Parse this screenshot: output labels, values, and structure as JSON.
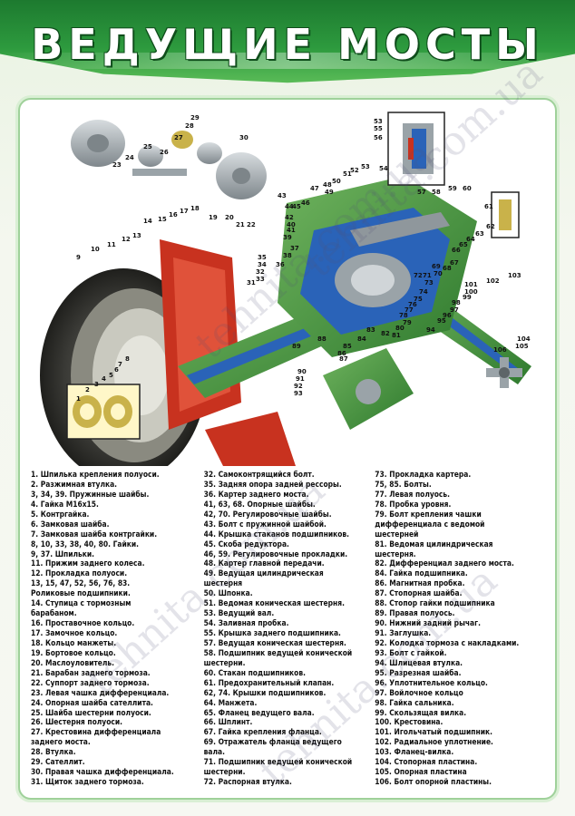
{
  "title": "ВЕДУЩИЕ МОСТЫ",
  "watermark": "tehnita.com.ua",
  "callouts": [
    "1",
    "2",
    "3",
    "4",
    "5",
    "6",
    "7",
    "8",
    "9",
    "10",
    "11",
    "12",
    "13",
    "14",
    "15",
    "16",
    "17",
    "18",
    "19",
    "20",
    "21",
    "22",
    "23",
    "24",
    "25",
    "26",
    "27",
    "28",
    "29",
    "30",
    "31",
    "32",
    "33",
    "34",
    "35",
    "36",
    "37",
    "38",
    "39",
    "40",
    "41",
    "42",
    "43",
    "44",
    "45",
    "46",
    "47",
    "48",
    "49",
    "50",
    "51",
    "52",
    "53",
    "54",
    "55",
    "56",
    "57",
    "58",
    "59",
    "60",
    "61",
    "62",
    "63",
    "64",
    "65",
    "66",
    "67",
    "68",
    "69",
    "70",
    "71",
    "72",
    "73",
    "74",
    "75",
    "76",
    "77",
    "78",
    "79",
    "80",
    "81",
    "82",
    "83",
    "84",
    "85",
    "86",
    "87",
    "88",
    "89",
    "90",
    "91",
    "92",
    "93",
    "94",
    "95",
    "96",
    "97",
    "98",
    "99",
    "100",
    "101",
    "102",
    "103",
    "104",
    "105",
    "106"
  ],
  "legend": {
    "col1": [
      "1. Шпилька крепления полуоси.",
      "2. Разжимная втулка.",
      "3, 34, 39. Пружинные шайбы.",
      "4. Гайка М16х15.",
      "5. Контргайка.",
      "6. Замковая шайба.",
      "7. Замковая шайба контргайки.",
      "8, 10, 33, 38, 40, 80. Гайки.",
      "9, 37. Шпильки.",
      "11. Прижим заднего колеса.",
      "12. Прокладка полуоси.",
      "13, 15, 47, 52, 56, 76, 83.",
      "Роликовые подшипники.",
      "14. Ступица с тормозным",
      "барабаном.",
      "16. Проставочное кольцо.",
      "17. Замочное кольцо.",
      "18. Кольцо манжеты.",
      "19. Бортовое кольцо.",
      "20. Маслоуловитель.",
      "21. Барабан заднего тормоза.",
      "22. Суппорт заднего тормоза.",
      "23. Левая чашка дифференциала.",
      "24. Опорная шайба сателлита.",
      "25. Шайба шестерни полуоси.",
      "26. Шестерня полуоси.",
      "27. Крестовина дифференциала",
      "заднего моста.",
      "28. Втулка.",
      "29. Сателлит.",
      "30. Правая чашка дифференциала.",
      "31. Щиток заднего тормоза."
    ],
    "col2": [
      "32. Самоконтрящийся болт.",
      "35. Задняя опора задней рессоры.",
      "36. Картер заднего моста.",
      "41, 63, 68. Опорные шайбы.",
      "42, 70. Регулировочные шайбы.",
      "43. Болт с пружинной шайбой.",
      "44. Крышка стаканов подшипников.",
      "45. Скоба редуктора.",
      "46, 59. Регулировочные прокладки.",
      "48. Картер главной передачи.",
      "49. Ведущая цилиндрическая",
      "шестерня",
      "50. Шпонка.",
      "51. Ведомая коническая шестерня.",
      "53. Ведущий вал.",
      "54. Заливная пробка.",
      "55. Крышка заднего подшипника.",
      "57. Ведущая коническая шестерня.",
      "58. Подшипник ведущей конической",
      "шестерни.",
      "60. Стакан подшипников.",
      "61. Предохранительный клапан.",
      "62, 74. Крышки подшипников.",
      "64. Манжета.",
      "65. Фланец ведущего вала.",
      "66. Шплинт.",
      "67. Гайка крепления фланца.",
      "69. Отражатель фланца ведущего",
      "вала.",
      "71. Подшипник ведущей конической",
      "шестерни.",
      "72. Распорная втулка."
    ],
    "col3": [
      "73. Прокладка картера.",
      "75, 85. Болты.",
      "77. Левая полуось.",
      "78. Пробка уровня.",
      "79. Болт крепления чашки",
      "дифференциала с ведомой",
      "шестерней",
      "81. Ведомая цилиндрическая",
      "шестерня.",
      "82. Дифференциал заднего моста.",
      "84. Гайка подшипника.",
      "86. Магнитная пробка.",
      "87. Стопорная шайба.",
      "88. Стопор гайки подшипника",
      "89. Правая полуось.",
      "90. Нижний задний рычаг.",
      "91. Заглушка.",
      "92. Колодка тормоза с накладками.",
      "93. Болт с гайкой.",
      "94. Шлицевая втулка.",
      "95. Разрезная шайба.",
      "96. Уплотнительное кольцо.",
      "97. Войлочное кольцо",
      "98. Гайка сальника.",
      "99. Скользящая вилка.",
      "100. Крестовина.",
      "101. Игольчатый подшипник.",
      "102. Радиальное уплотнение.",
      "103. Фланец-вилка.",
      "104. Стопорная пластина.",
      "105. Опорная пластина",
      "106. Болт опорной пластины."
    ]
  },
  "colors": {
    "header_green": "#2d9a3e",
    "housing_green": "#3f8f3a",
    "section_blue": "#2a63b8",
    "drum_red": "#c8321f",
    "metal_gray": "#9aa3a8",
    "tire_dark": "#3a3a36"
  }
}
